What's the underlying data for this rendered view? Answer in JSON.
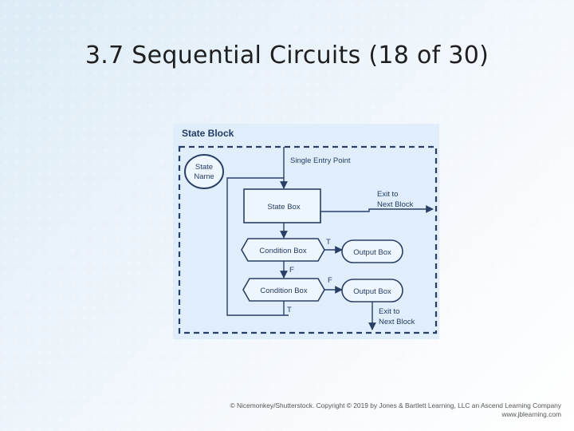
{
  "slide": {
    "title": "3.7 Sequential Circuits (18 of 30)",
    "credit_line1": "© Nicemonkey/Shutterstock. Copyright © 2019 by Jones & Bartlett Learning, LLC an Ascend Learning Company",
    "credit_line2": "www.jblearning.com"
  },
  "diagram": {
    "block_title": "State Block",
    "state_name_line1": "State",
    "state_name_line2": "Name",
    "entry_label": "Single Entry Point",
    "state_box": "State Box",
    "exit_top_line1": "Exit to",
    "exit_top_line2": "Next Block",
    "condition1": "Condition Box",
    "condition2": "Condition Box",
    "output1": "Output Box",
    "output2": "Output Box",
    "t_label_1": "T",
    "f_label_1": "F",
    "f_label_2": "F",
    "t_label_2": "T",
    "exit_bottom_line1": "Exit to",
    "exit_bottom_line2": "Next Block",
    "colors": {
      "stroke": "#2a3f66",
      "text": "#243a63",
      "box_fill": "#eef6fd",
      "figure_bg": "#dfeefa"
    }
  }
}
